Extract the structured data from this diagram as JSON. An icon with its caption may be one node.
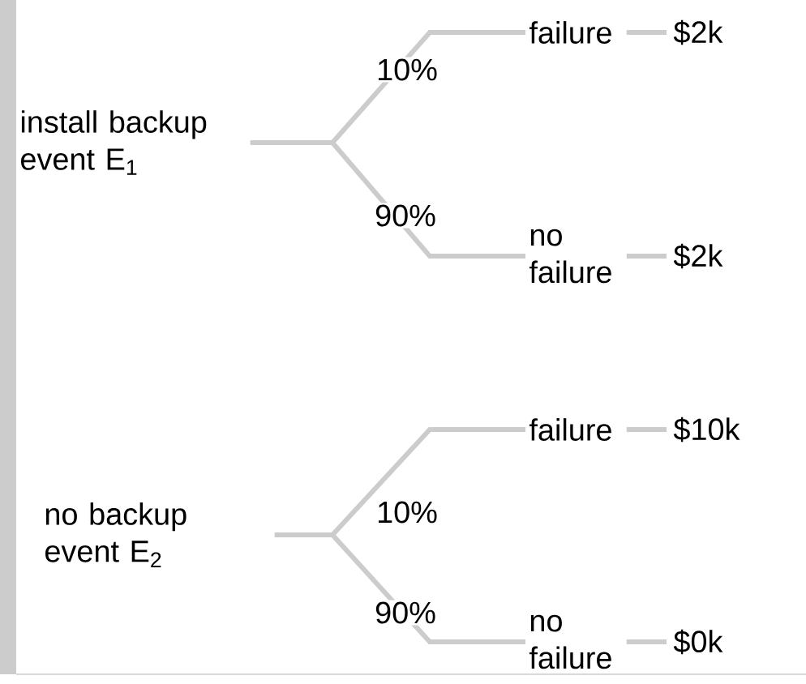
{
  "diagram": {
    "nodes": [
      {
        "text": [
          "install backup event E$_{1}$"
        ]
      },
      {
        "text": [
          "failure"
        ]
      },
      {
        "text": [
          "$2k"
        ]
      },
      {
        "text": [
          "no failure"
        ]
      },
      {
        "text": [
          "$2k"
        ]
      },
      {
        "text": [
          "no backup event E$_{2}$"
        ]
      },
      {
        "text": [
          "failure"
        ]
      },
      {
        "text": [
          "$10k"
        ]
      },
      {
        "text": [
          "no failure"
        ]
      },
      {
        "text": [
          "$0k"
        ]
      }
    ],
    "edges": [
      {
        "from": 0,
        "to": 1,
        "arrow": "none",
        "label": "10%"
      },
      {
        "from": 0,
        "to": 3,
        "arrow": "none",
        "label": "90%"
      },
      {
        "from": 1,
        "to": 2,
        "arrow": "none"
      },
      {
        "from": 3,
        "to": 4,
        "arrow": "none"
      },
      {
        "from": 5,
        "to": 6,
        "arrow": "none",
        "label": "10%"
      },
      {
        "from": 5,
        "to": 8,
        "arrow": "none",
        "label": "90%"
      },
      {
        "from": 6,
        "to": 7,
        "arrow": "none"
      },
      {
        "from": 8,
        "to": 9,
        "arrow": "none"
      }
    ]
  }
}
